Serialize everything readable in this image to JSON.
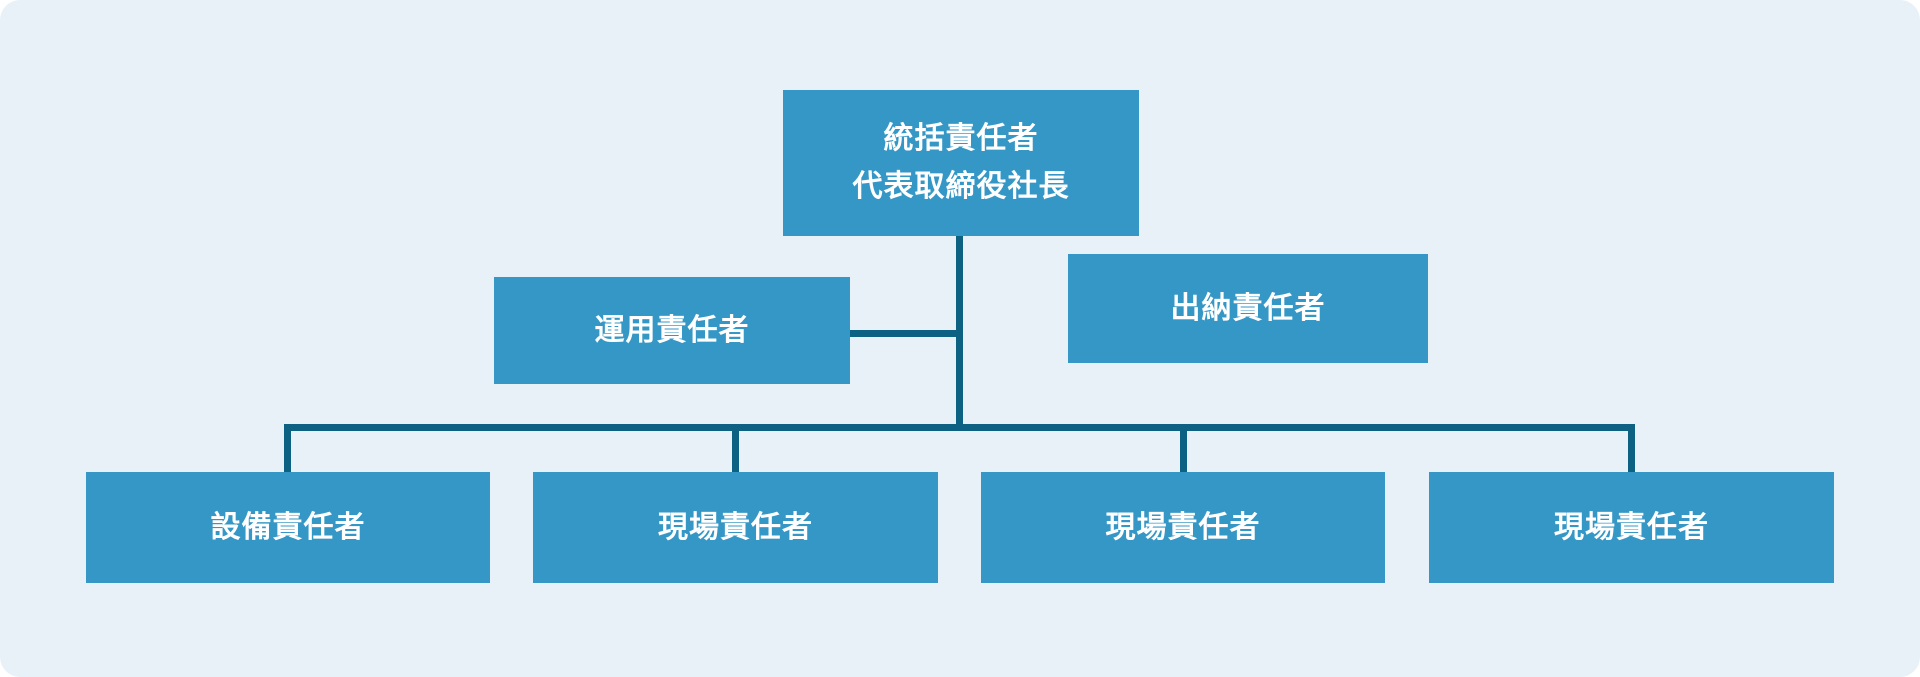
{
  "colors": {
    "box_fill": "#3597c5",
    "connector": "#0d6183",
    "panel_bg": "#e9f1f8",
    "page_bg": "#ffffff",
    "label_text": "#ffffff"
  },
  "nodes": {
    "top": {
      "line1": "統括責任者",
      "line2": "代表取締役社長"
    },
    "mid_left": {
      "label": "運用責任者"
    },
    "mid_right": {
      "label": "出納責任者"
    },
    "bottom": [
      {
        "label": "設備責任者"
      },
      {
        "label": "現場責任者"
      },
      {
        "label": "現場責任者"
      },
      {
        "label": "現場責任者"
      }
    ]
  }
}
